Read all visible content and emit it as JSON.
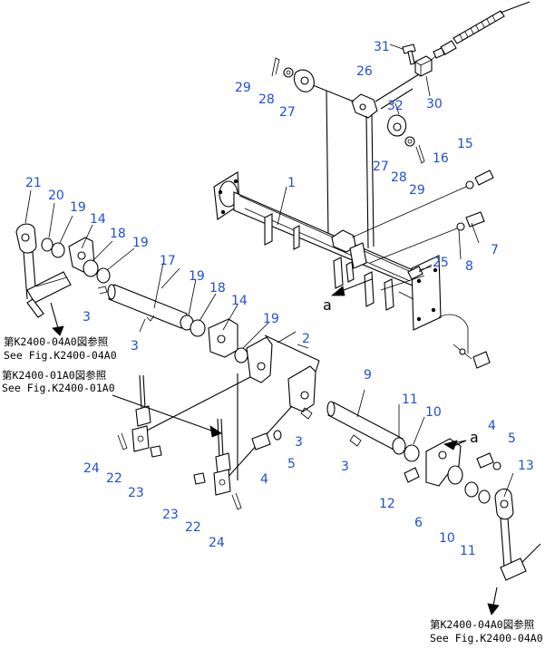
{
  "callouts": [
    {
      "id": "c31",
      "text": "31"
    },
    {
      "id": "c26",
      "text": "26"
    },
    {
      "id": "c29a",
      "text": "29"
    },
    {
      "id": "c28a",
      "text": "28"
    },
    {
      "id": "c27a",
      "text": "27"
    },
    {
      "id": "c30",
      "text": "30"
    },
    {
      "id": "c32",
      "text": "32"
    },
    {
      "id": "c27b",
      "text": "27"
    },
    {
      "id": "c28b",
      "text": "28"
    },
    {
      "id": "c29b",
      "text": "29"
    },
    {
      "id": "c15",
      "text": "15"
    },
    {
      "id": "c16",
      "text": "16"
    },
    {
      "id": "c1",
      "text": "1"
    },
    {
      "id": "c7a",
      "text": "7"
    },
    {
      "id": "c8",
      "text": "8"
    },
    {
      "id": "c25",
      "text": "25"
    },
    {
      "id": "c21",
      "text": "21"
    },
    {
      "id": "c20",
      "text": "20"
    },
    {
      "id": "c19a",
      "text": "19"
    },
    {
      "id": "c14a",
      "text": "14"
    },
    {
      "id": "c18a",
      "text": "18"
    },
    {
      "id": "c19b",
      "text": "19"
    },
    {
      "id": "c17",
      "text": "17"
    },
    {
      "id": "c3a",
      "text": "3"
    },
    {
      "id": "c3b",
      "text": "3"
    },
    {
      "id": "c19c",
      "text": "19"
    },
    {
      "id": "c18b",
      "text": "18"
    },
    {
      "id": "c14b",
      "text": "14"
    },
    {
      "id": "c19d",
      "text": "19"
    },
    {
      "id": "c2",
      "text": "2"
    },
    {
      "id": "c9",
      "text": "9"
    },
    {
      "id": "c11a",
      "text": "11"
    },
    {
      "id": "c10a",
      "text": "10"
    },
    {
      "id": "c3c",
      "text": "3"
    },
    {
      "id": "c5a",
      "text": "5"
    },
    {
      "id": "c4a",
      "text": "4"
    },
    {
      "id": "c3d",
      "text": "3"
    },
    {
      "id": "c4b",
      "text": "4"
    },
    {
      "id": "c5b",
      "text": "5"
    },
    {
      "id": "c13",
      "text": "13"
    },
    {
      "id": "c12",
      "text": "12"
    },
    {
      "id": "c6",
      "text": "6"
    },
    {
      "id": "c10b",
      "text": "10"
    },
    {
      "id": "c11b",
      "text": "11"
    },
    {
      "id": "c24a",
      "text": "24"
    },
    {
      "id": "c22a",
      "text": "22"
    },
    {
      "id": "c23a",
      "text": "23"
    },
    {
      "id": "c23b",
      "text": "23"
    },
    {
      "id": "c22b",
      "text": "22"
    },
    {
      "id": "c24b",
      "text": "24"
    }
  ],
  "markers": {
    "a1": "a",
    "a2": "a"
  },
  "refs": {
    "r1_jp": "第K2400-04A0図参照",
    "r1_en": "See Fig.K2400-04A0",
    "r2_jp": "第K2400-01A0図参照",
    "r2_en": "See Fig.K2400-01A0",
    "r3_jp": "第K2400-04A0図参照",
    "r3_en": "See Fig.K2400-04A0"
  }
}
